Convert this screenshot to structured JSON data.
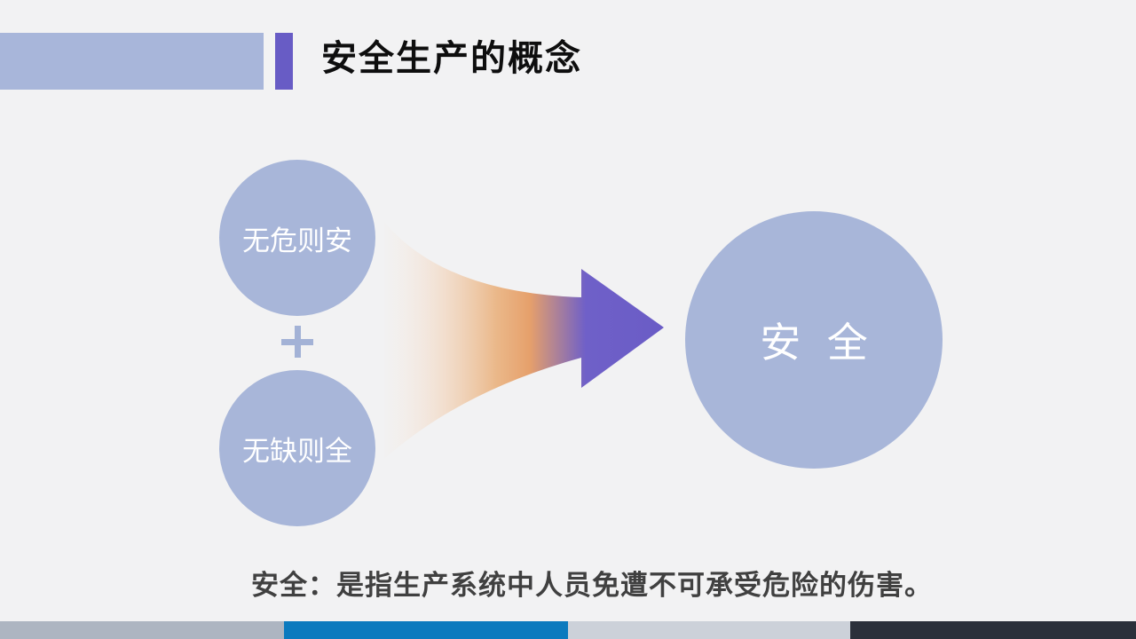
{
  "slide": {
    "title": "安全生产的概念",
    "diagram": {
      "circle_top_label": "无危则安",
      "plus_icon": "+",
      "circle_bottom_label": "无缺则全",
      "result_label": "安 全"
    },
    "caption": "安全：是指生产系统中人员免遭不可承受危险的伤害。",
    "colors": {
      "background": "#f2f2f3",
      "accent_light_blue": "#a8b6da",
      "accent_purple": "#685cc5",
      "circle_blue": "#a8b6d9",
      "arrow_orange": "#e6a06b",
      "arrow_purple": "#6a5dc7",
      "title_text": "#0e0e0e",
      "caption_text": "#404040",
      "circle_text": "#ffffff",
      "footer_gray": "#adb5c1",
      "footer_blue": "#0b7abe",
      "footer_light_gray": "#ccd1d9",
      "footer_dark": "#2b303b"
    }
  }
}
